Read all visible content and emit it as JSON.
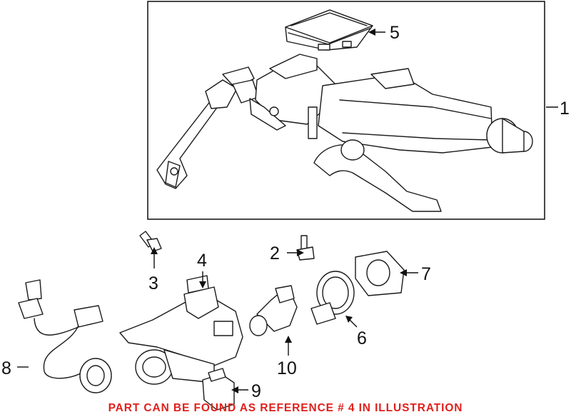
{
  "callouts": [
    {
      "id": "1",
      "label": "1"
    },
    {
      "id": "2",
      "label": "2"
    },
    {
      "id": "3",
      "label": "3"
    },
    {
      "id": "4",
      "label": "4"
    },
    {
      "id": "5",
      "label": "5"
    },
    {
      "id": "6",
      "label": "6"
    },
    {
      "id": "7",
      "label": "7"
    },
    {
      "id": "8",
      "label": "8"
    },
    {
      "id": "9",
      "label": "9"
    },
    {
      "id": "10",
      "label": "10"
    }
  ],
  "footnote": "PART CAN BE FOUND AS REFERENCE # 4 IN ILLUSTRATION",
  "colors": {
    "footnote": "#e0201b",
    "line": "#1a1a1a"
  }
}
